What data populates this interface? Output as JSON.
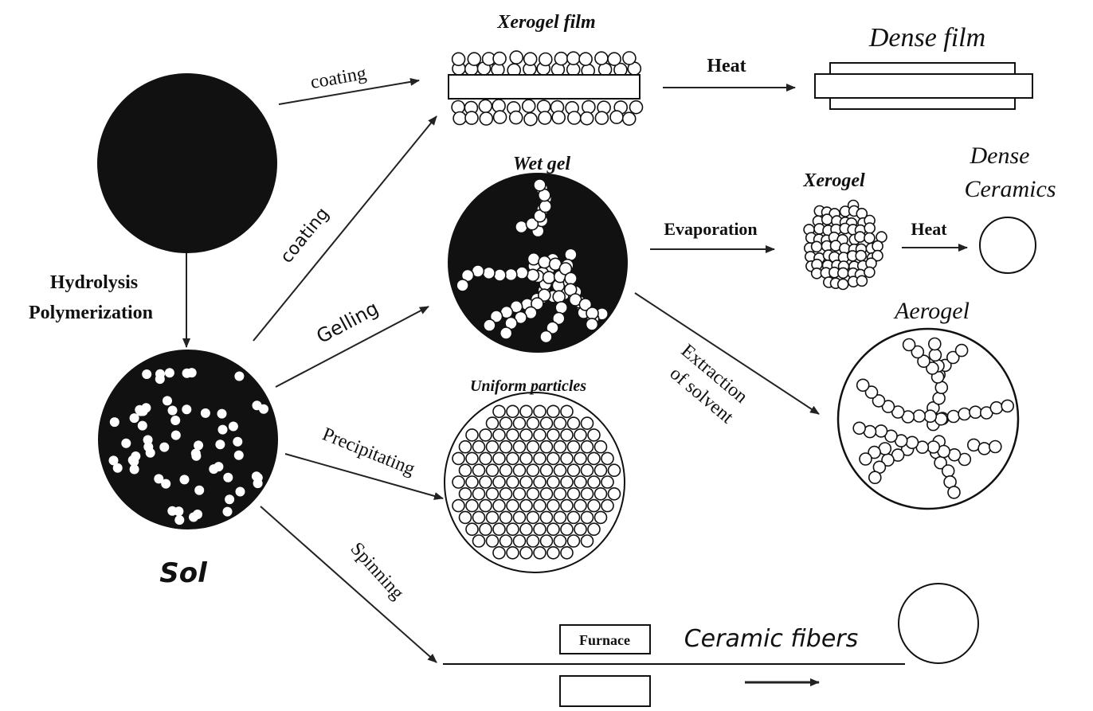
{
  "labels": {
    "xerogel_film": "Xerogel film",
    "dense_film": "Dense film",
    "wet_gel": "Wet gel",
    "dense_ceramics_line1": "Dense",
    "dense_ceramics_line2": "Ceramics",
    "xerogel": "Xerogel",
    "aerogel": "Aerogel",
    "uniform_particles": "Uniform particles",
    "sol": "Sol",
    "ceramic_fibers": "Ceramic fibers",
    "furnace": "Furnace"
  },
  "steps": {
    "coating_top": "coating",
    "coating_diag": "coating",
    "heat_film": "Heat",
    "hydrolysis": "Hydrolysis",
    "polymerization": "Polymerization",
    "gelling": "Gelling",
    "evaporation": "Evaporation",
    "heat_ceramics": "Heat",
    "extraction_line1": "Extraction",
    "extraction_line2": "of solvent",
    "precipitating": "Precipitating",
    "spinning": "Spinning"
  },
  "colors": {
    "ink": "#111111",
    "particle": "#ffffff",
    "line": "#222222"
  }
}
